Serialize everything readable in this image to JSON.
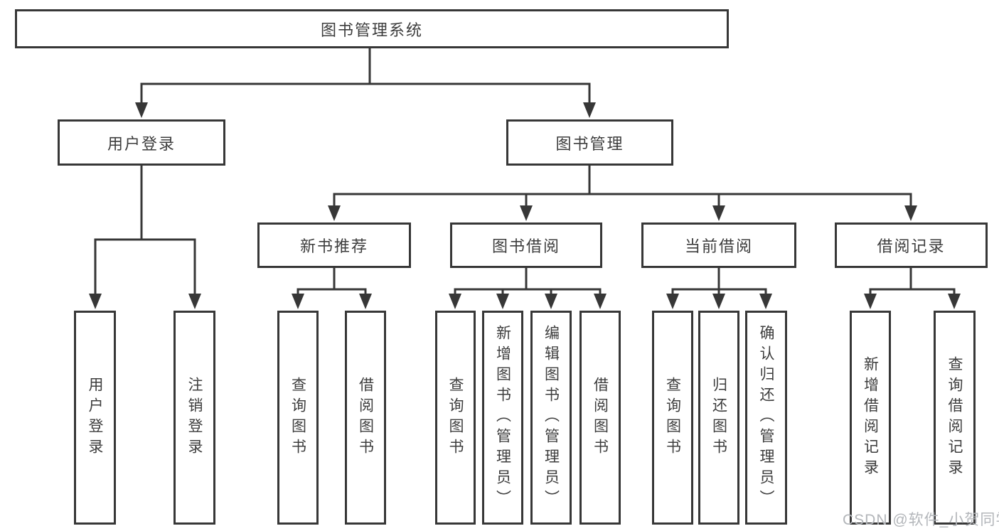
{
  "watermark": "CSDN @软件_小贺同学",
  "tree": {
    "label": "图书管理系统",
    "children": [
      {
        "label": "用户登录",
        "children": [
          {
            "label": "用户登录"
          },
          {
            "label": "注销登录"
          }
        ]
      },
      {
        "label": "图书管理",
        "children": [
          {
            "label": "新书推荐",
            "children": [
              {
                "label": "查询图书"
              },
              {
                "label": "借阅图书"
              }
            ]
          },
          {
            "label": "图书借阅",
            "children": [
              {
                "label": "查询图书"
              },
              {
                "label": "新增图书（管理员）"
              },
              {
                "label": "编辑图书（管理员）"
              },
              {
                "label": "借阅图书"
              }
            ]
          },
          {
            "label": "当前借阅",
            "children": [
              {
                "label": "查询图书"
              },
              {
                "label": "归还图书"
              },
              {
                "label": "确认归还（管理员）"
              }
            ]
          },
          {
            "label": "借阅记录",
            "children": [
              {
                "label": "新增借阅记录"
              },
              {
                "label": "查询借阅记录"
              }
            ]
          }
        ]
      }
    ]
  }
}
